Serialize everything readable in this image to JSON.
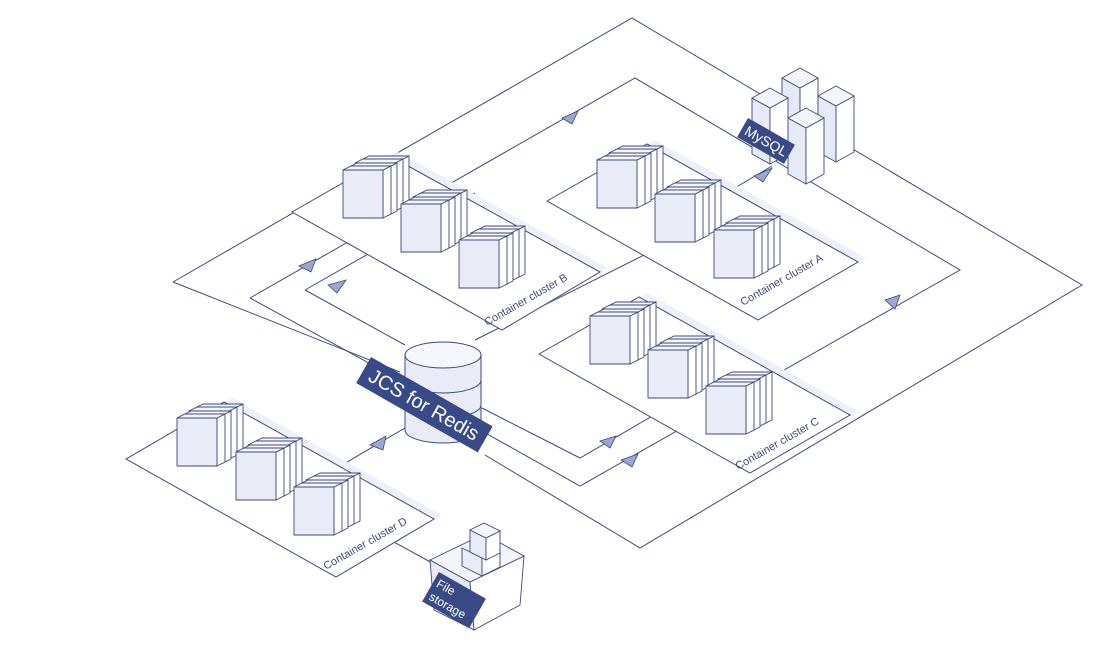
{
  "diagram": {
    "colors": {
      "line": "#3b4a7a",
      "label_bg": "#3a4a86",
      "label_text": "#ffffff",
      "server_fill": "#e9ecf6",
      "arrow_fill": "#9aa7cf"
    },
    "central": {
      "label": "JCS for Redis",
      "icon": "database-cylinder-icon"
    },
    "mysql": {
      "label": "MySQL",
      "icon": "building-cluster-icon"
    },
    "file_storage": {
      "label_line1": "File",
      "label_line2": "storage",
      "icon": "file-storage-icon"
    },
    "clusters": {
      "a": {
        "label": "Container cluster A"
      },
      "b": {
        "label": "Container cluster B"
      },
      "c": {
        "label": "Container cluster C"
      },
      "d": {
        "label": "Container cluster D"
      }
    }
  }
}
